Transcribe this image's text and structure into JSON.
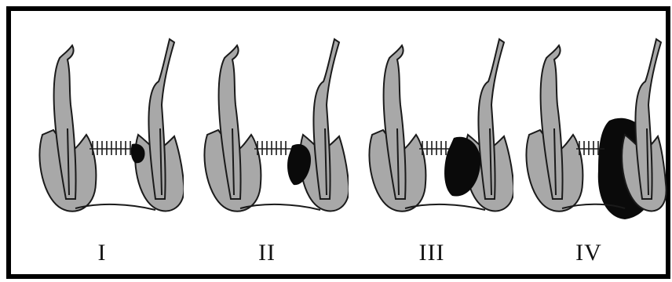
{
  "colors": {
    "tissue": "#a8a8a8",
    "stain": "#0a0a0a",
    "line": "#1a1a1a",
    "border": "#000000"
  },
  "panels": [
    {
      "label": "I",
      "stage": 1
    },
    {
      "label": "II",
      "stage": 2
    },
    {
      "label": "III",
      "stage": 3
    },
    {
      "label": "IV",
      "stage": 4
    }
  ]
}
